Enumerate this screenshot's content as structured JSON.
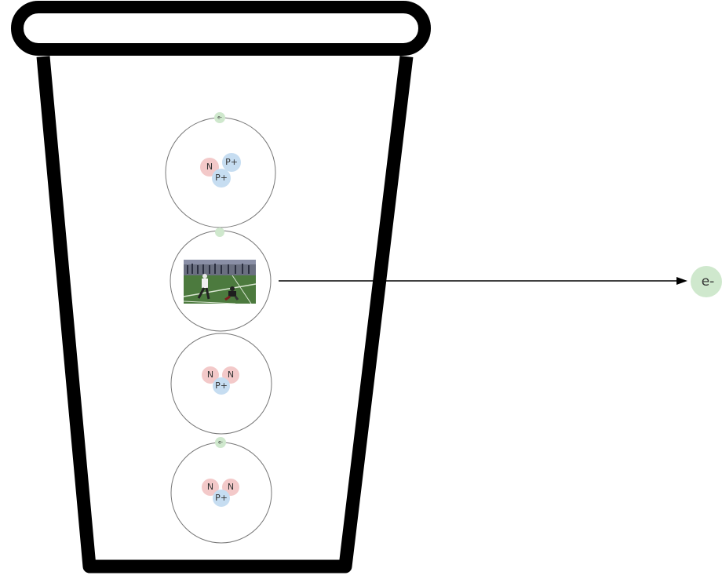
{
  "colors": {
    "cup_outline": "#000000",
    "neutron": "#f3c9c9",
    "proton": "#c6ddf1",
    "electron": "#cfe8cd",
    "orbit": "#777777",
    "arrow": "#000000"
  },
  "labels": {
    "neutron": "N",
    "proton": "P+",
    "electron": "e-"
  },
  "atoms": [
    {
      "id": "atom-1",
      "nucleus": [
        "N",
        "P+",
        "P+"
      ],
      "electron": "e-",
      "has_photo": false
    },
    {
      "id": "atom-2",
      "nucleus": [],
      "electron": "",
      "has_photo": true,
      "photo_description": "football-kicker-photo"
    },
    {
      "id": "atom-3",
      "nucleus": [
        "N",
        "N",
        "P+"
      ],
      "electron": "",
      "has_photo": false
    },
    {
      "id": "atom-4",
      "nucleus": [
        "N",
        "N",
        "P+"
      ],
      "electron": "e-",
      "has_photo": false
    }
  ],
  "ejected_electron": "e-",
  "icons": {
    "container": "cup-icon",
    "arrow": "arrow-right-icon"
  }
}
